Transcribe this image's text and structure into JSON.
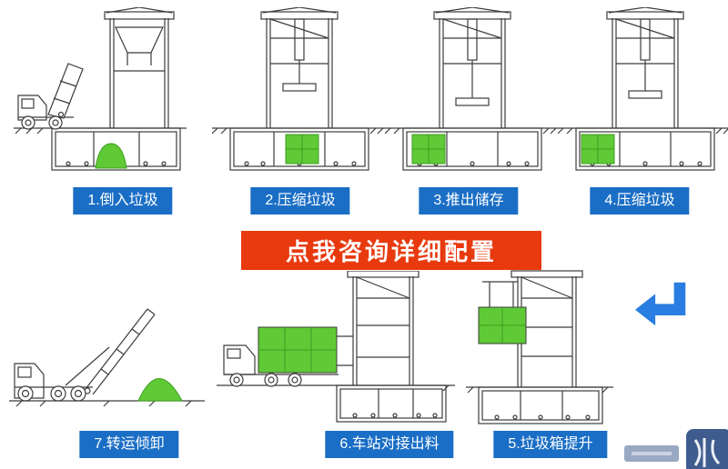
{
  "banner": {
    "label": "点我咨询详细配置"
  },
  "steps": [
    {
      "id": 1,
      "label": "1.倒入垃圾"
    },
    {
      "id": 2,
      "label": "2.压缩垃圾"
    },
    {
      "id": 3,
      "label": "3.推出储存"
    },
    {
      "id": 4,
      "label": "4.压缩垃圾"
    },
    {
      "id": 5,
      "label": "5.垃圾箱提升"
    },
    {
      "id": 6,
      "label": "6.车站对接出料"
    },
    {
      "id": 7,
      "label": "7.转运倾卸"
    }
  ],
  "colors": {
    "label-bg": "#1a6ec5",
    "banner-bg": "#e83a0e",
    "green": "#5fca35",
    "green-stroke": "#3f9c22",
    "arrow": "#2a7de1",
    "line": "#3c3c3c",
    "bg": "#ffffff"
  }
}
